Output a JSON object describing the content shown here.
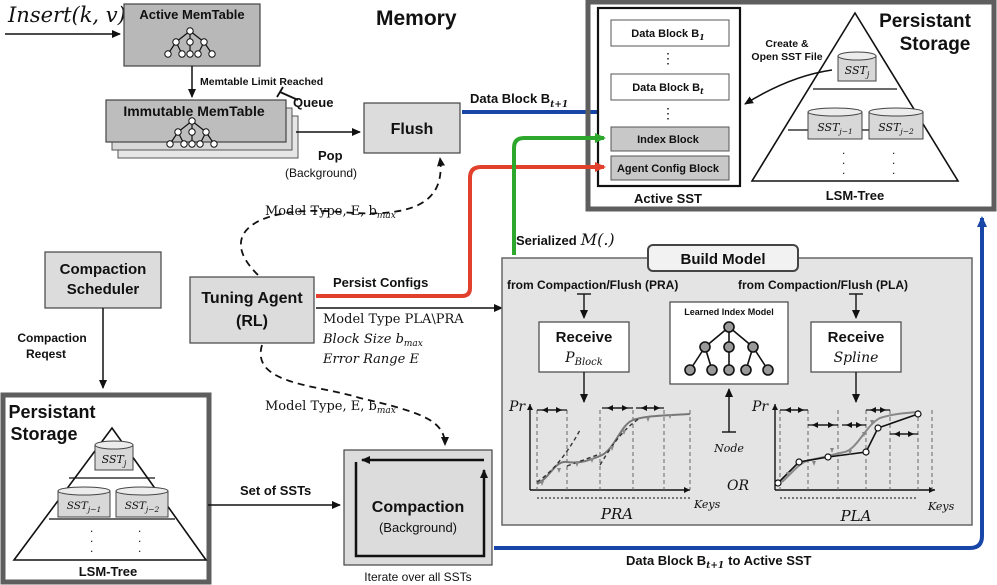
{
  "colors": {
    "red": "#e0402c",
    "green": "#2da82d",
    "blue": "#1745a8",
    "box_fill": "#dcdcdc",
    "box_dark": "#bdbdbd",
    "border_dark": "#5e5e5e"
  },
  "top": {
    "insert": "Insert(k, v)",
    "active_memtable": "Active MemTable",
    "memtable_limit": "Memtable Limit Reached",
    "immutable_memtable": "Immutable MemTable",
    "queue": "Queue",
    "memory_title": "Memory",
    "flush": "Flush",
    "pop": "Pop",
    "pop_sub": "(Background)",
    "data_block_arrow": "Data Block B",
    "data_block_arrow_sub": "t+1"
  },
  "active_sst": {
    "block1": "Data Block B",
    "block1_sub": "1",
    "dots1": "⋮",
    "block_t": "Data Block B",
    "block_t_sub": "t",
    "dots2": "⋮",
    "index_block": "Index Block",
    "agent_config": "Agent Config Block",
    "label": "Active SST"
  },
  "storage_top": {
    "title_line1": "Persistant",
    "title_line2": "Storage",
    "create_open_line1": "Create &",
    "create_open_line2": "Open SST File",
    "sst_j": "SST",
    "sst_j_sub": "j",
    "sst_j1": "SST",
    "sst_j1_sub": "j−1",
    "sst_j2": "SST",
    "sst_j2_sub": "j−2",
    "dot": ".",
    "label": "LSM-Tree"
  },
  "left": {
    "scheduler_line1": "Compaction",
    "scheduler_line2": "Scheduler",
    "request_line1": "Compaction",
    "request_line2": "Reqest",
    "model_type_top": "Model Type, E, b",
    "model_type_top_sub": "max",
    "tuning_line1": "Tuning Agent",
    "tuning_line2": "(RL)",
    "persist_configs": "Persist Configs",
    "serialized": "Serialized",
    "serialized_math": "M(.)",
    "param1": "Model Type PLA\\PRA",
    "param2": "Block Size b",
    "param2_sub": "max",
    "param3": "Error Range E",
    "model_type_bottom": "Model Type, E, b",
    "model_type_bottom_sub": "max"
  },
  "storage_bottom": {
    "title_line1": "Persistant",
    "title_line2": "Storage",
    "label": "LSM-Tree",
    "set_of_ssts": "Set of SSTs",
    "compaction": "Compaction",
    "compaction_sub": "(Background)",
    "iterate": "Iterate over all SSTs",
    "data_block_bottom": "Data Block B",
    "data_block_bottom_sub": "t+1",
    "data_block_bottom_tail": "to Active SST"
  },
  "build_model": {
    "title": "Build Model",
    "from_pra": "from Compaction/Flush (PRA)",
    "from_pla": "from Compaction/Flush (PLA)",
    "receive": "Receive",
    "p_block": "P",
    "p_block_sub": "Block",
    "spline": "Spline",
    "learned_index": "Learned Index Model",
    "node": "Node",
    "or": "OR",
    "pr": "Pr",
    "keys": "Keys",
    "pra": "PRA",
    "pla": "PLA"
  }
}
